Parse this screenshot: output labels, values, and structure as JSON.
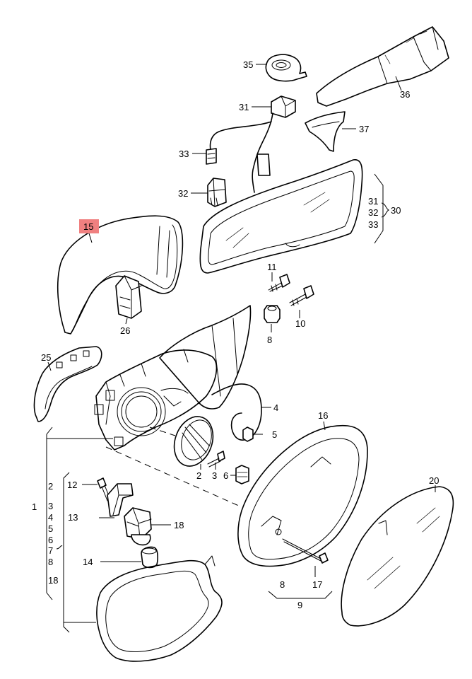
{
  "diagram": {
    "highlight_color": "#f08080",
    "labels": {
      "p35": "35",
      "p36": "36",
      "p31a": "31",
      "p37": "37",
      "p33a": "33",
      "p32a": "32",
      "g30_31": "31",
      "g30_32": "32",
      "g30_33": "33",
      "g30": "30",
      "p15": "15",
      "p26": "26",
      "p11": "11",
      "p10": "10",
      "p8a": "8",
      "p25": "25",
      "p4": "4",
      "p5": "5",
      "p16": "16",
      "p3": "3",
      "p2a": "2",
      "p6a": "6",
      "p20": "20",
      "g1_2": "2",
      "g1_3": "3",
      "g1_4": "4",
      "g1_5": "5",
      "g1_6": "6",
      "g1_7": "7",
      "g1_8": "8",
      "g1_18": "18",
      "g1": "1",
      "p12": "12",
      "p13": "13",
      "p18": "18",
      "p14": "14",
      "g9_8": "8",
      "g9_17": "17",
      "g9": "9"
    }
  }
}
